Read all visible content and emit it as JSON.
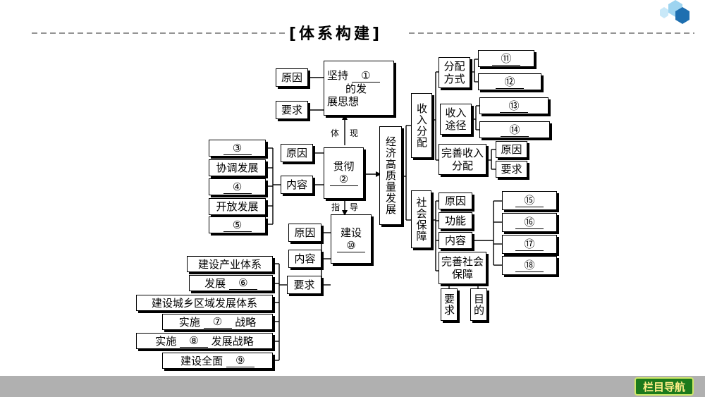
{
  "title": "[体系构建]",
  "nav_button": "栏目导航",
  "nodes": {
    "jianchi_l1": "坚持",
    "jianchi_blank": "①",
    "jianchi_l2": "的发",
    "jianchi_l3": "展思想",
    "yuanyin_top": "原因",
    "yaoqiu_top": "要求",
    "tixian_1": "体",
    "tixian_2": "现",
    "guanche_l1": "贯彻",
    "guanche_blank": "②",
    "yuanyin_mid": "原因",
    "neirong_mid": "内容",
    "b3": "③",
    "xietiao": "协调发展",
    "b4": "④",
    "kaifang": "开放发展",
    "b5": "⑤",
    "zhidao_1": "指",
    "zhidao_2": "导",
    "jianshe_l1": "建设",
    "jianshe_blank": "⑩",
    "yuanyin_low": "原因",
    "neirong_low": "内容",
    "yaoqiu_low": "要求",
    "chanye": "建设产业体系",
    "fazhan_a": "发展",
    "fazhan_b": "⑥",
    "chengxiang": "建设城乡区域发展体系",
    "shishi1_a": "实施",
    "shishi1_b": "⑦",
    "shishi1_c": "战略",
    "shishi2_a": "实施",
    "shishi2_b": "⑧",
    "shishi2_c": "发展战略",
    "jianshe_qm_a": "建设全面",
    "jianshe_qm_b": "⑨",
    "center": "经济高质量发展",
    "shouru": "收入分配",
    "fenpei_fs": "分配方式",
    "b11": "⑪",
    "b12": "⑫",
    "shouru_tj": "收入途径",
    "b13": "⑬",
    "b14": "⑭",
    "wanshan_sr": "完善收入分配",
    "yuanyin_r": "原因",
    "yaoqiu_r": "要求",
    "shehui": "社会保障",
    "yuanyin_s": "原因",
    "gongneng": "功能",
    "neirong_s": "内容",
    "wanshan_sh": "完善社会保障",
    "b15": "⑮",
    "b16": "⑯",
    "b17": "⑰",
    "b18": "⑱",
    "yaoqiu_v": "要求",
    "mudi_v": "目的"
  },
  "colors": {
    "bottom_bar": "#b0b0b0",
    "nav_bg": "#1c7a1c",
    "nav_text": "#ffee88",
    "hex_icon": "#1e6fb0"
  }
}
